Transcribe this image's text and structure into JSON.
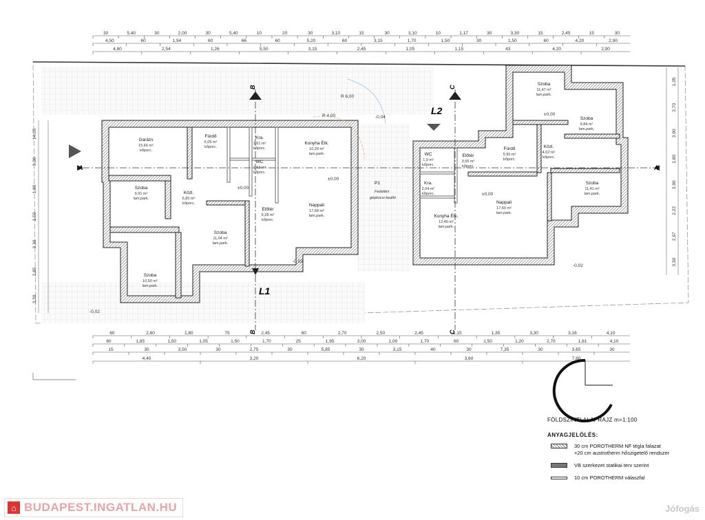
{
  "plan": {
    "title": "FÖLDSZINTI ALAPRAJZ m=1:100",
    "carport_code": "P1",
    "carport_label_1": "Fedetlen",
    "carport_label_2": "gépkocsi beálló",
    "section_labels": {
      "a": "A",
      "b": "B",
      "c": "C",
      "l1": "L1",
      "l2": "L2"
    },
    "radius_1": "R 6,00",
    "radius_2": "R 4,00"
  },
  "rooms": [
    {
      "id": "garage",
      "name": "Garázs",
      "area": "15,66 m²",
      "floor": "kőporc."
    },
    {
      "id": "bath-left",
      "name": "Fürdő",
      "area": "6,05 m²",
      "floor": "kőporc."
    },
    {
      "id": "pantry-left",
      "name": "Kra.",
      "area": "1,61 m²",
      "floor": "kőporc."
    },
    {
      "id": "wc-left",
      "name": "WC",
      "area": "1,63 m²",
      "floor": "kőporc."
    },
    {
      "id": "kitchen-left",
      "name": "Konyha Étk.",
      "area": "10,20 m²",
      "floor": "lam.park."
    },
    {
      "id": "room-left-1",
      "name": "Szoba",
      "area": "9,91 m²",
      "floor": "lam.park."
    },
    {
      "id": "hall-left",
      "name": "Közl.",
      "area": "6,80 m²",
      "floor": "kőporc."
    },
    {
      "id": "entry-left",
      "name": "Előtér",
      "area": "6,28 m²",
      "floor": "kőporc."
    },
    {
      "id": "living-left",
      "name": "Nappali",
      "area": "17,68 m²",
      "floor": "lam.park."
    },
    {
      "id": "room-left-2",
      "name": "Szoba",
      "area": "11,04 m²",
      "floor": "lam.park."
    },
    {
      "id": "room-left-3",
      "name": "Szoba",
      "area": "10,50 m²",
      "floor": "lam.park."
    },
    {
      "id": "room-right-1",
      "name": "Szoba",
      "area": "11,47 m²",
      "floor": "lam.park."
    },
    {
      "id": "room-right-2",
      "name": "Szoba",
      "area": "9,84 m²",
      "floor": "lam.park."
    },
    {
      "id": "wc-right",
      "name": "WC",
      "area": "1,9 m²",
      "floor": "kőporc."
    },
    {
      "id": "entry-right",
      "name": "Előtér",
      "area": "3,55 m²",
      "floor": "kőporc."
    },
    {
      "id": "bath-right",
      "name": "Fürdő",
      "area": "5,90 m²",
      "floor": "kőporc."
    },
    {
      "id": "hall-right",
      "name": "Közl.",
      "area": "4,02 m²",
      "floor": "kőporc."
    },
    {
      "id": "room-right-3",
      "name": "Szoba",
      "area": "11,41 m²",
      "floor": "lam.park."
    },
    {
      "id": "pantry-right",
      "name": "Kra.",
      "area": "2,04 m²",
      "floor": "kőporc."
    },
    {
      "id": "kitchen-right",
      "name": "Konyha Étk.",
      "area": "12,40 m²",
      "floor": "lam.park."
    },
    {
      "id": "living-right",
      "name": "Nappali",
      "area": "17,60 m²",
      "floor": "lam.park."
    }
  ],
  "level_marks": [
    "±0,00",
    "±0,00",
    "±0,00",
    "±0,00",
    "-0,02",
    "-0,02",
    "-0,02",
    "-0,04"
  ],
  "dimensions": {
    "top_row_1": [
      "30",
      "5,40",
      "30",
      "2,00",
      "30",
      "5,40",
      "10",
      "20",
      "30",
      "3,10",
      "15",
      "30",
      "3,10",
      "10",
      "1,17",
      "30",
      "3,30",
      "15",
      "2,45",
      "15",
      "30"
    ],
    "top_row_2": [
      "4,50",
      "60",
      "1,94",
      "60",
      "66",
      "60",
      "5,20",
      "60",
      "3,15",
      "1,70",
      "1,50",
      "30",
      "1,50",
      "60",
      "4,20",
      "2,90"
    ],
    "top_row_3": [
      "4,80",
      "2,54",
      "1,26",
      "5,50",
      "3,15",
      "2,45",
      "1,05",
      "1,15",
      "43",
      "4,20",
      "2,90"
    ],
    "bottom_row_1": [
      "60",
      "2,60",
      "1,80",
      "75",
      "2,45",
      "60",
      "2,70",
      "2,50",
      "2,45",
      "1,15",
      "1,35",
      "3,30",
      "3,16",
      "4,10"
    ],
    "bottom_row_2": [
      "60",
      "1,85",
      "1,50",
      "1,05",
      "1,50",
      "1,70",
      "25",
      "1,95",
      "3,00",
      "1,00",
      "1,70",
      "60",
      "1,50",
      "1,20",
      "2,70",
      "1,81",
      "4,10"
    ],
    "bottom_row_3": [
      "15",
      "30",
      "3,50",
      "30",
      "2,75",
      "30",
      "5,85",
      "30",
      "3,15",
      "40",
      "30",
      "7,35",
      "30",
      "3,65",
      "30"
    ],
    "bottom_row_4": [
      "4,40",
      "3,20",
      "6,20",
      "3,60",
      "7,80"
    ],
    "left_col": [
      "14,05",
      "3,00",
      "1,80",
      "1,50",
      "3,30",
      "2,85",
      "3,30"
    ],
    "right_col": [
      "1,05",
      "2,70",
      "3,90",
      "1,80",
      "3,90",
      "2,22",
      "2,67",
      "3,30"
    ]
  },
  "legend": {
    "heading": "ANYAGJELÖLÉS:",
    "items": [
      {
        "swatch": "hatch",
        "line1": "30 cm POROTHERM NF tégla falazat",
        "line2": "+20 cm austrotherm hőszigetelő rendszer"
      },
      {
        "swatch": "dark",
        "line1": "VB szerkezet statikai terv szerint",
        "line2": ""
      },
      {
        "swatch": "line",
        "line1": "10 cm POROTHERM válaszfal",
        "line2": ""
      }
    ]
  },
  "branding": {
    "logo_text": "BUDAPEST.INGATLAN.HU",
    "watermark": "Jófogás"
  }
}
